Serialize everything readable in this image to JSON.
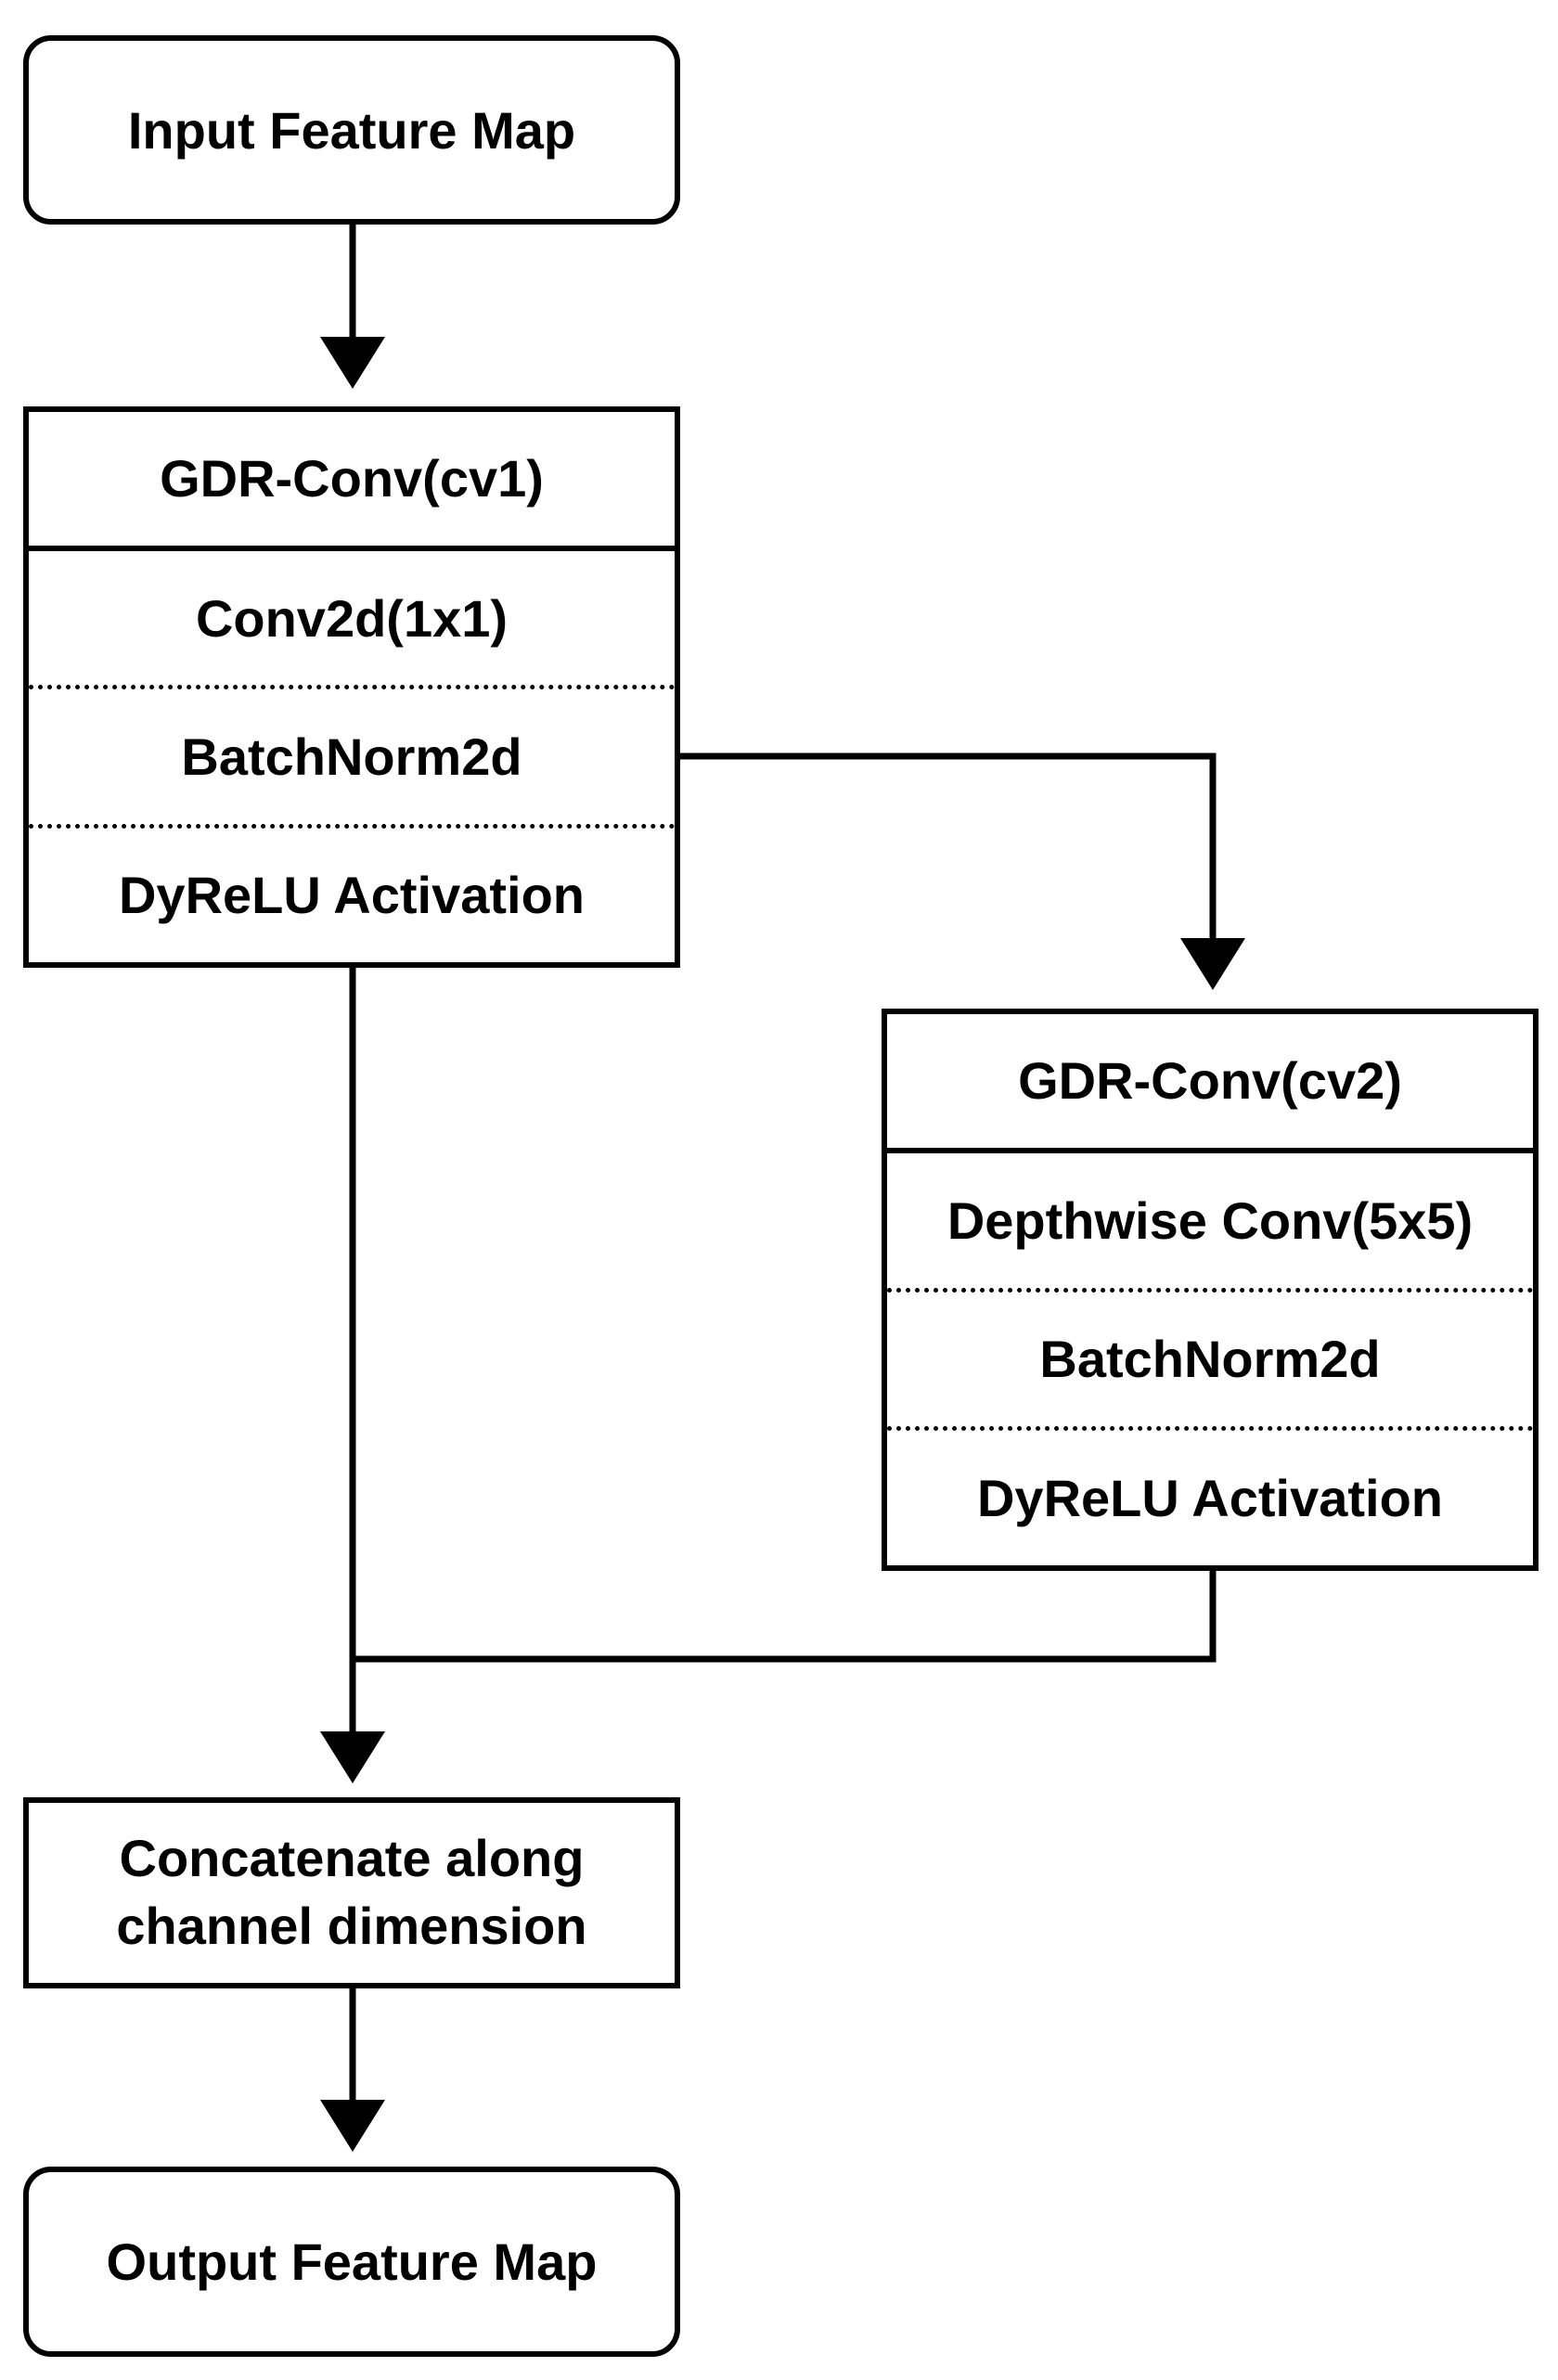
{
  "input_node": {
    "label": "Input Feature Map"
  },
  "cv1_block": {
    "title": "GDR-Conv(cv1)",
    "layers": [
      "Conv2d(1x1)",
      "BatchNorm2d",
      "DyReLU Activation"
    ]
  },
  "cv2_block": {
    "title": "GDR-Conv(cv2)",
    "layers": [
      "Depthwise Conv(5x5)",
      "BatchNorm2d",
      "DyReLU Activation"
    ]
  },
  "concat_node": {
    "label": "Concatenate along\nchannel dimension"
  },
  "output_node": {
    "label": "Output Feature Map"
  },
  "colors": {
    "stroke": "#000000",
    "fill": "#ffffff",
    "text": "#000000"
  }
}
